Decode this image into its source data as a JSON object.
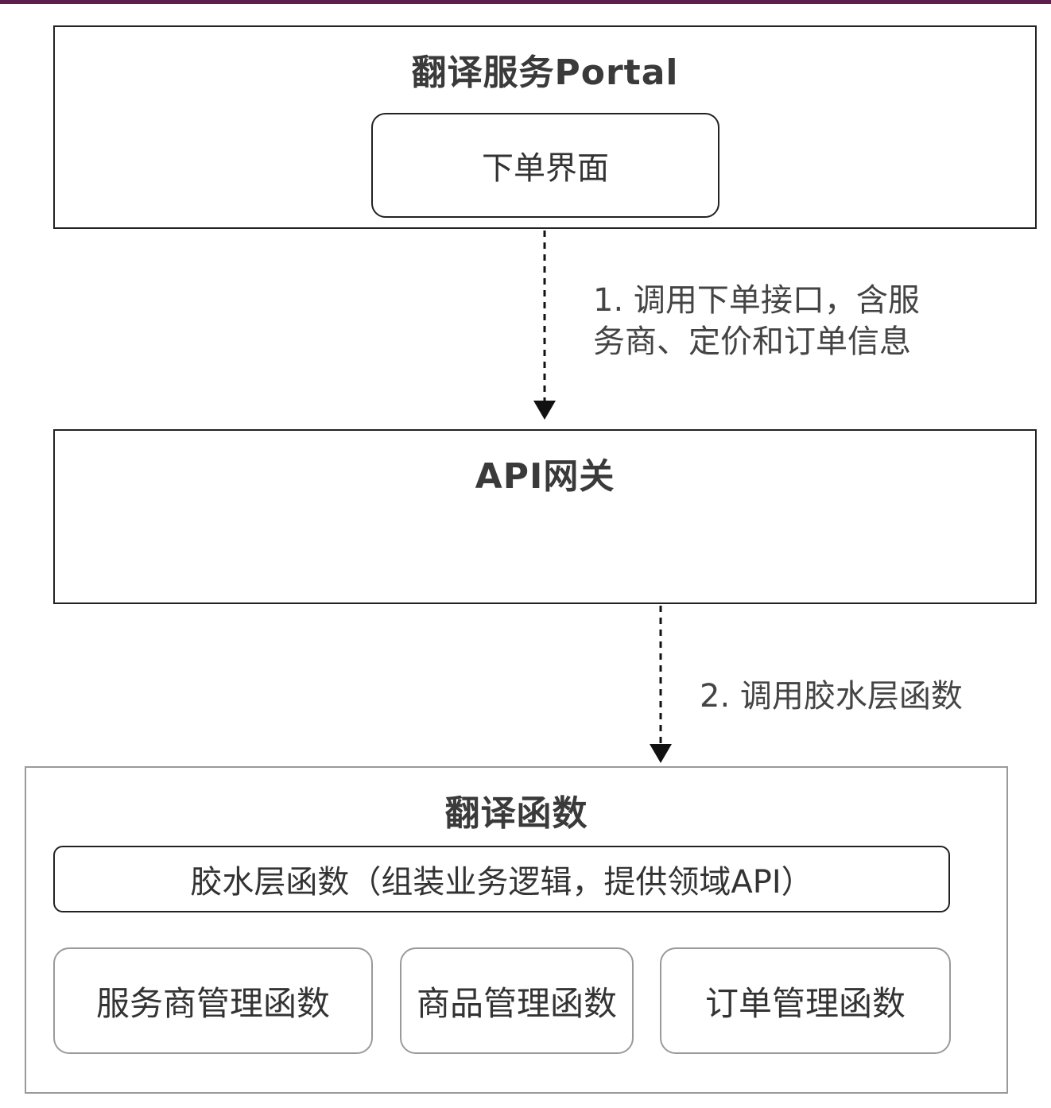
{
  "portal": {
    "title": "翻译服务Portal",
    "order_ui": "下单界面"
  },
  "edge1": {
    "label": "1.  调用下单接口，含服\n务商、定价和订单信息"
  },
  "gateway": {
    "title": "API网关"
  },
  "edge2": {
    "label": "2.  调用胶水层函数"
  },
  "translate_fn": {
    "title": "翻译函数",
    "glue_layer": "胶水层函数（组装业务逻辑，提供领域API）",
    "functions": [
      "服务商管理函数",
      "商品管理函数",
      "订单管理函数"
    ]
  },
  "colors": {
    "top_bar": "#5c1f4d",
    "border_dark": "#222222",
    "border_light": "#9a9a9a"
  }
}
